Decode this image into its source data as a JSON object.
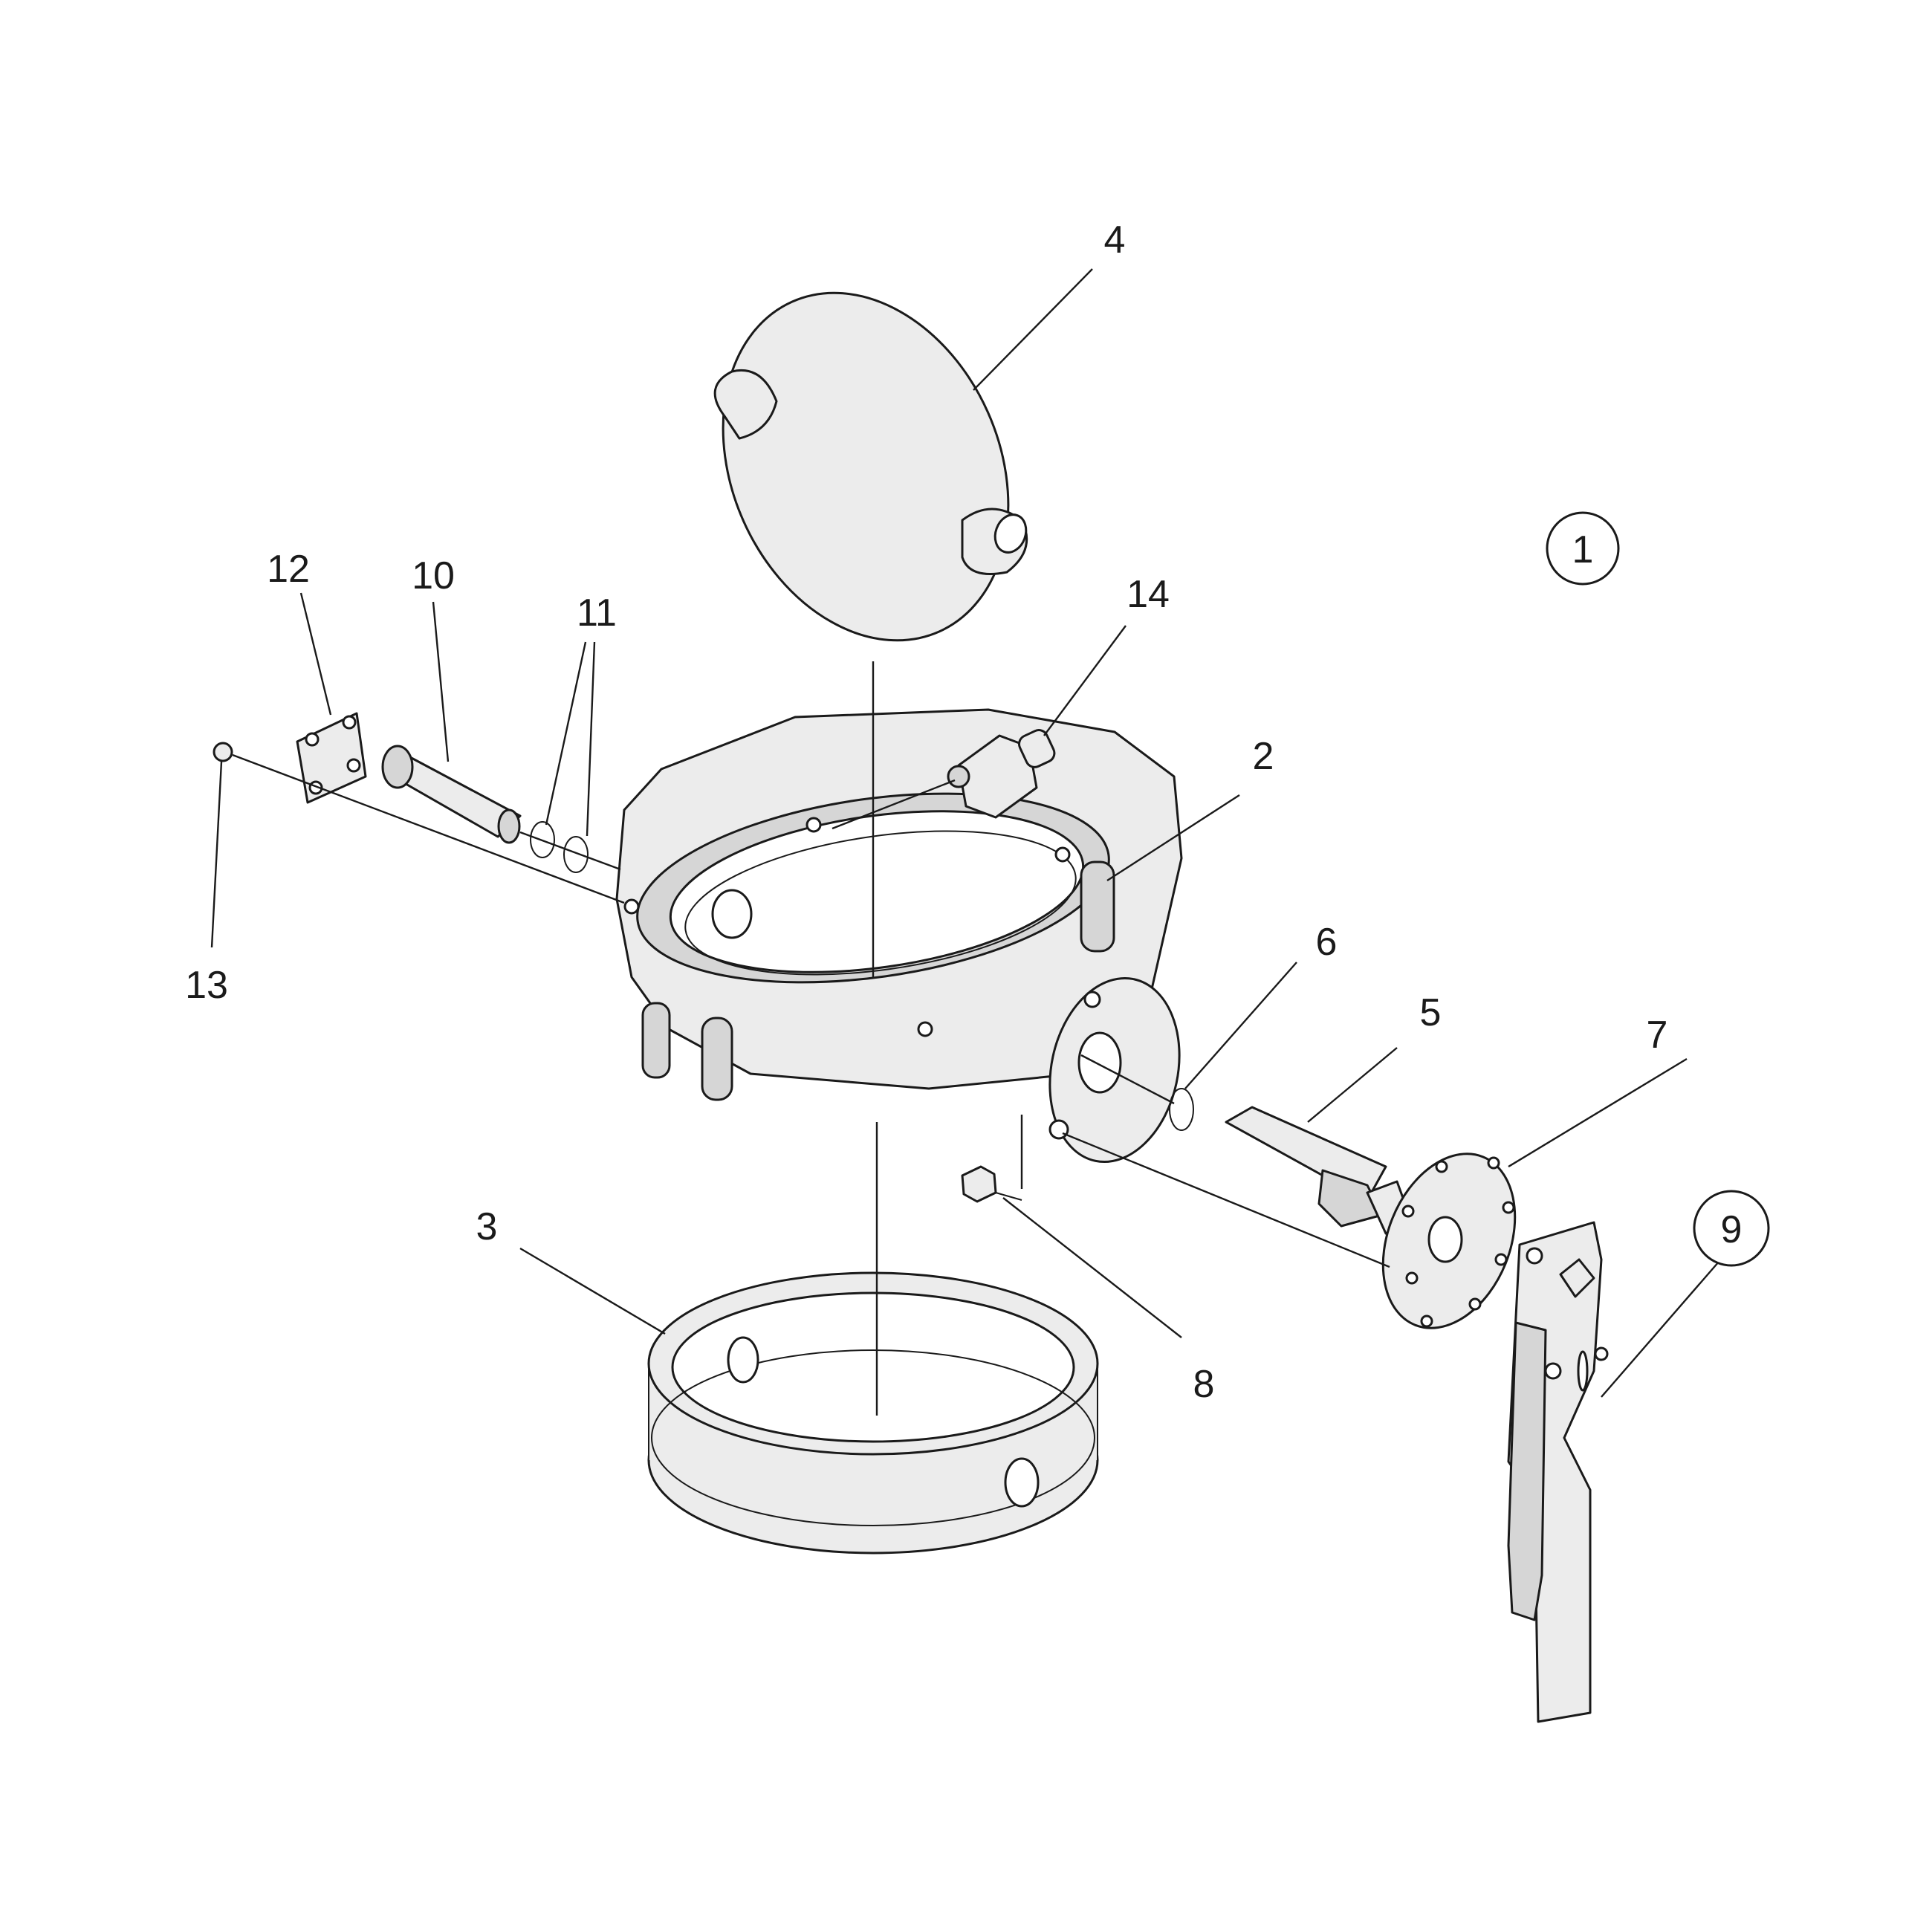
{
  "callouts": [
    {
      "id": "1",
      "label": "1",
      "circled": true
    },
    {
      "id": "2",
      "label": "2",
      "circled": false
    },
    {
      "id": "3",
      "label": "3",
      "circled": false
    },
    {
      "id": "4",
      "label": "4",
      "circled": false
    },
    {
      "id": "5",
      "label": "5",
      "circled": false
    },
    {
      "id": "6",
      "label": "6",
      "circled": false
    },
    {
      "id": "7",
      "label": "7",
      "circled": false
    },
    {
      "id": "8",
      "label": "8",
      "circled": false
    },
    {
      "id": "9",
      "label": "9",
      "circled": true
    },
    {
      "id": "10",
      "label": "10",
      "circled": false
    },
    {
      "id": "11",
      "label": "11",
      "circled": false
    },
    {
      "id": "12",
      "label": "12",
      "circled": false
    },
    {
      "id": "13",
      "label": "13",
      "circled": false
    },
    {
      "id": "14",
      "label": "14",
      "circled": false
    }
  ],
  "colors": {
    "line": "#1a1a1a",
    "part_fill": "#ececec",
    "background": "#ffffff"
  }
}
